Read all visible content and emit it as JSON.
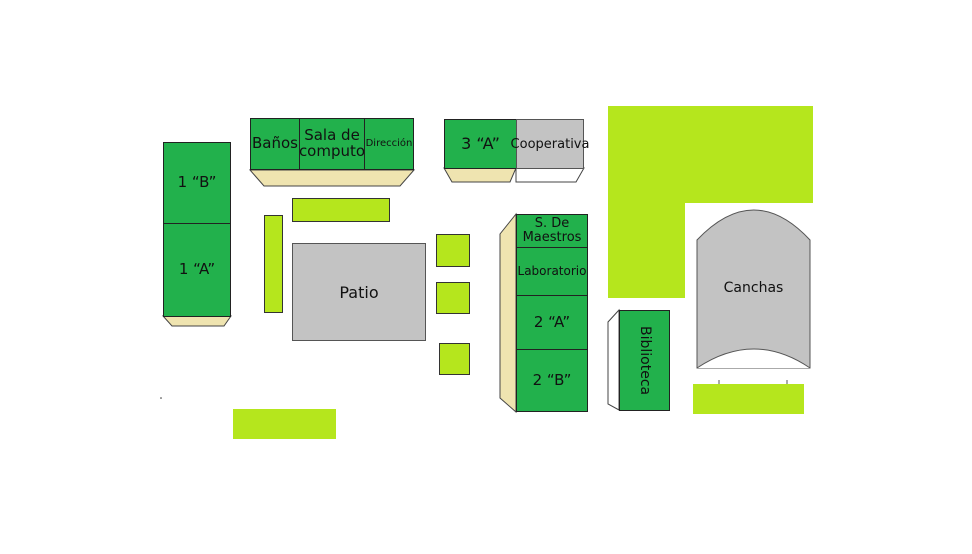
{
  "colors": {
    "classroom": "#22b14c",
    "green_area": "#b5e61d",
    "patio": "#c3c3c3",
    "beige_side": "#efe4b0"
  },
  "rooms": {
    "aula_1b": "1 “B”",
    "aula_1a": "1 “A”",
    "banos": "Baños",
    "sala_computo": "Sala de computo",
    "direccion": "Dirección",
    "aula_3a": "3 “A”",
    "cooperativa": "Cooperativa",
    "sala_maestros": "S. De Maestros",
    "laboratorio": "Laboratorio",
    "aula_2a": "2 “A”",
    "aula_2b": "2 “B”",
    "biblioteca": "Biblioteca",
    "patio": "Patio",
    "canchas": "Canchas"
  }
}
